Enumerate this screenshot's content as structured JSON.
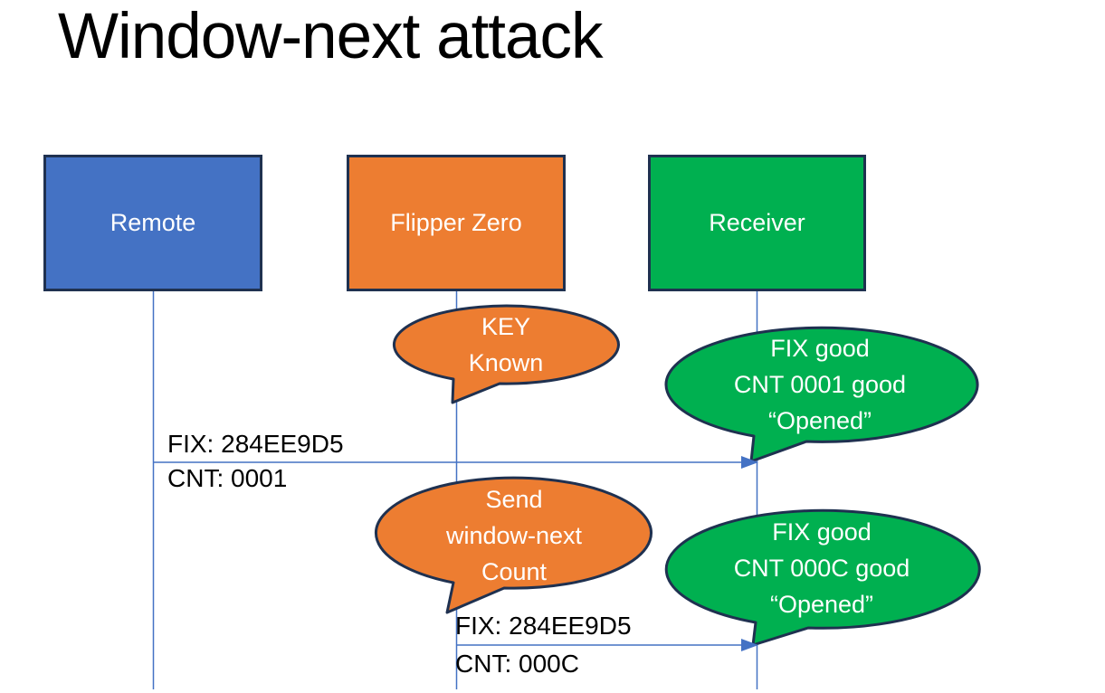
{
  "slide": {
    "title": "Window-next attack"
  },
  "colors": {
    "remote_fill": "#4472C4",
    "flipper_fill": "#ED7D31",
    "receiver_fill": "#00B050",
    "shape_outline": "#1F3150",
    "connector_blue": "#4472C4",
    "shape_text": "#FFFFFF",
    "label_text": "#000000"
  },
  "actors": [
    {
      "label": "Remote"
    },
    {
      "label": "Flipper Zero"
    },
    {
      "label": "Receiver"
    }
  ],
  "callouts": [
    {
      "lines": [
        "KEY",
        "Known"
      ]
    },
    {
      "lines": [
        "FIX good",
        "CNT 0001 good",
        "“Opened”"
      ]
    },
    {
      "lines": [
        "Send",
        "window-next",
        "Count"
      ]
    },
    {
      "lines": [
        "FIX good",
        "CNT 000C good",
        "“Opened”"
      ]
    }
  ],
  "messages": [
    {
      "label_top": "FIX: 284EE9D5",
      "label_bottom": "CNT: 0001"
    },
    {
      "label_top": "FIX: 284EE9D5",
      "label_bottom": "CNT: 000C"
    }
  ]
}
